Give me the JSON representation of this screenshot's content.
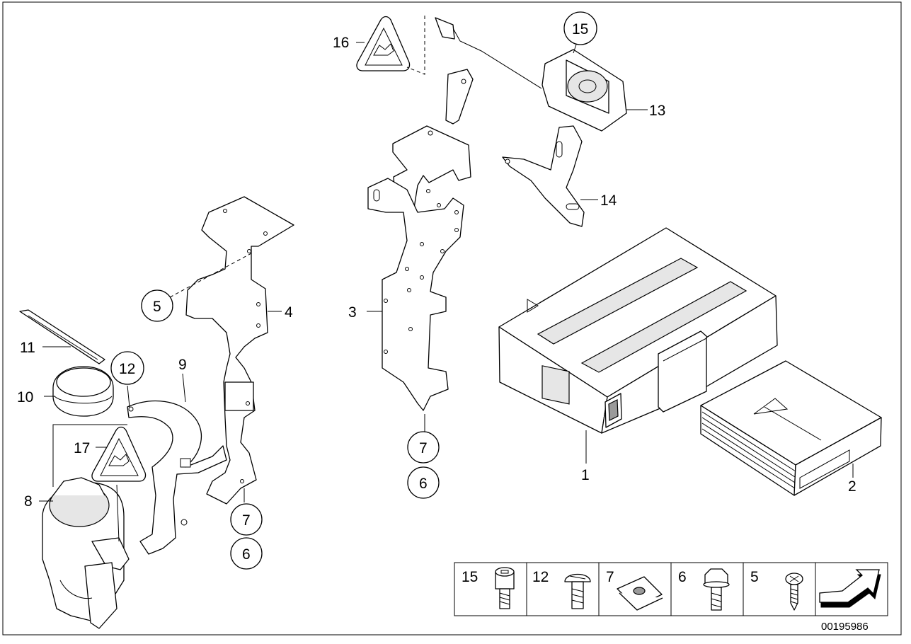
{
  "diagram_code": "00195986",
  "callouts": {
    "c1": "1",
    "c2": "2",
    "c3": "3",
    "c4": "4",
    "c5": "5",
    "c6a": "6",
    "c6b": "6",
    "c7a": "7",
    "c7b": "7",
    "c8": "8",
    "c9": "9",
    "c10": "10",
    "c11": "11",
    "c12": "12",
    "c13": "13",
    "c14": "14",
    "c15": "15",
    "c16": "16",
    "c17": "17"
  },
  "legend": {
    "cells": [
      {
        "number": "15",
        "icon": "socket-head-bolt-icon"
      },
      {
        "number": "12",
        "icon": "round-head-bolt-icon"
      },
      {
        "number": "7",
        "icon": "clip-nut-icon"
      },
      {
        "number": "6",
        "icon": "hex-flange-bolt-icon"
      },
      {
        "number": "5",
        "icon": "tapping-screw-icon"
      },
      {
        "number": "",
        "icon": "arrow-icon"
      }
    ]
  }
}
